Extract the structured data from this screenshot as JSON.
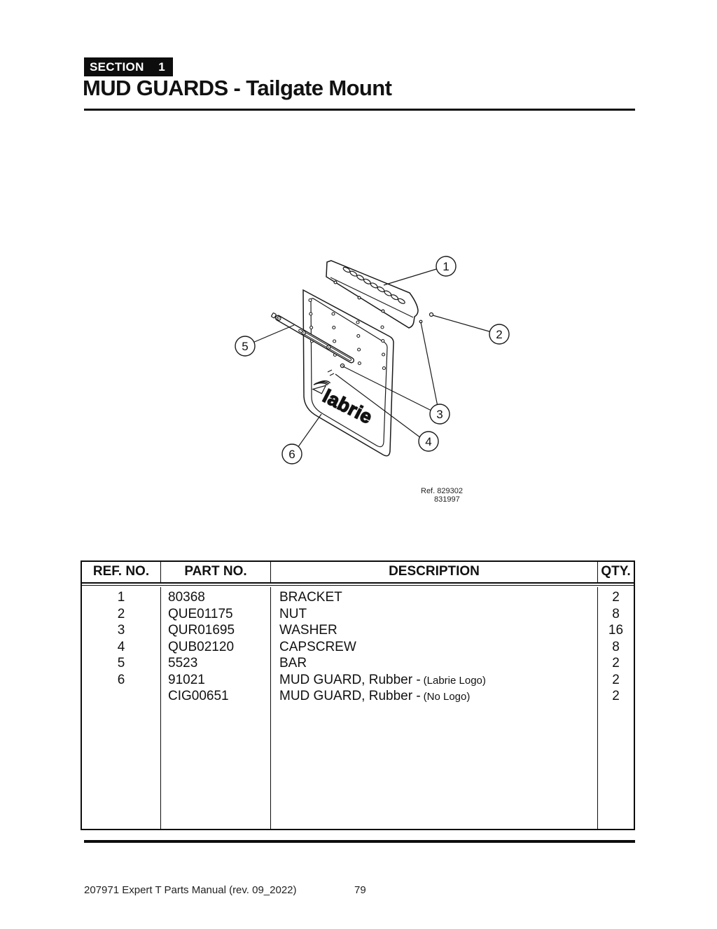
{
  "colors": {
    "ink": "#111111",
    "paper": "#ffffff"
  },
  "header": {
    "section_label": "SECTION",
    "section_number": "1",
    "title": "MUD GUARDS - Tailgate Mount"
  },
  "diagram": {
    "logo_text": "labrie",
    "ref_line1": "Ref. 829302",
    "ref_line2": "831997",
    "callouts": [
      "1",
      "2",
      "3",
      "4",
      "5",
      "6"
    ]
  },
  "table": {
    "headers": [
      "REF. NO.",
      "PART NO.",
      "DESCRIPTION",
      "QTY."
    ],
    "rows": [
      {
        "ref": "1",
        "part": "80368",
        "desc": "BRACKET",
        "desc_note": "",
        "qty": "2"
      },
      {
        "ref": "2",
        "part": "QUE01175",
        "desc": "NUT",
        "desc_note": "",
        "qty": "8"
      },
      {
        "ref": "3",
        "part": "QUR01695",
        "desc": "WASHER",
        "desc_note": "",
        "qty": "16"
      },
      {
        "ref": "4",
        "part": "QUB02120",
        "desc": "CAPSCREW",
        "desc_note": "",
        "qty": "8"
      },
      {
        "ref": "5",
        "part": "5523",
        "desc": "BAR",
        "desc_note": "",
        "qty": "2"
      },
      {
        "ref": "6",
        "part": "91021",
        "desc": "MUD GUARD, Rubber -",
        "desc_note": "(Labrie Logo)",
        "qty": "2"
      },
      {
        "ref": "",
        "part": "CIG00651",
        "desc": "MUD GUARD, Rubber -",
        "desc_note": "(No Logo)",
        "qty": "2"
      }
    ]
  },
  "footer": {
    "manual_ref": "207971 Expert T Parts Manual (rev. 09_2022)",
    "page_number": "79"
  }
}
